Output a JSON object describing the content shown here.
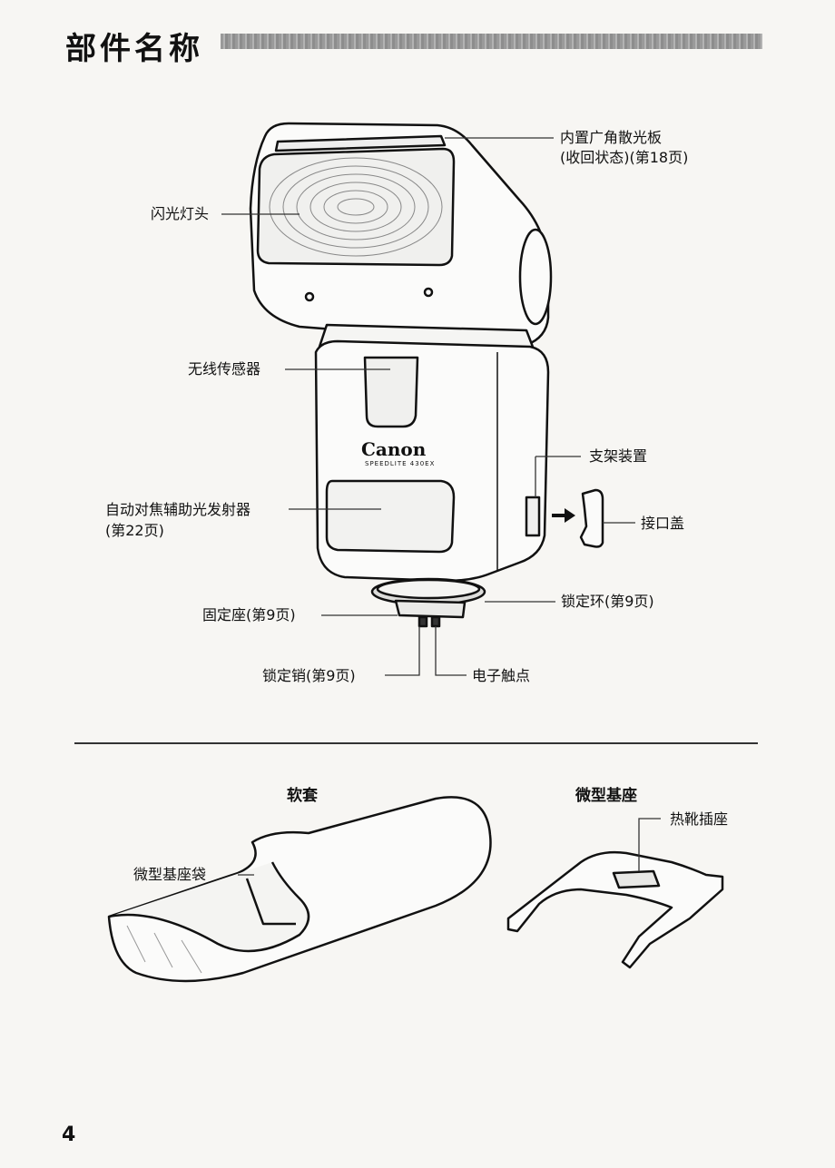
{
  "page": {
    "title": "部件名称",
    "page_number": "4"
  },
  "flash": {
    "brand": "Canon",
    "model": "SPEEDLITE 430EX",
    "labels": {
      "wide_panel_line1": "内置广角散光板",
      "wide_panel_line2": "(收回状态)(第18页)",
      "flash_head": "闪光灯头",
      "wireless_sensor": "无线传感器",
      "bracket_mount": "支架装置",
      "af_assist_line1": "自动对焦辅助光发射器",
      "af_assist_line2": "(第22页)",
      "connector_cover": "接口盖",
      "mounting_foot": "固定座(第9页)",
      "lock_ring": "锁定环(第9页)",
      "lock_pin": "锁定销(第9页)",
      "contacts": "电子触点"
    }
  },
  "accessories": {
    "case_title": "软套",
    "case_pocket": "微型基座袋",
    "stand_title": "微型基座",
    "hot_shoe": "热靴插座"
  }
}
